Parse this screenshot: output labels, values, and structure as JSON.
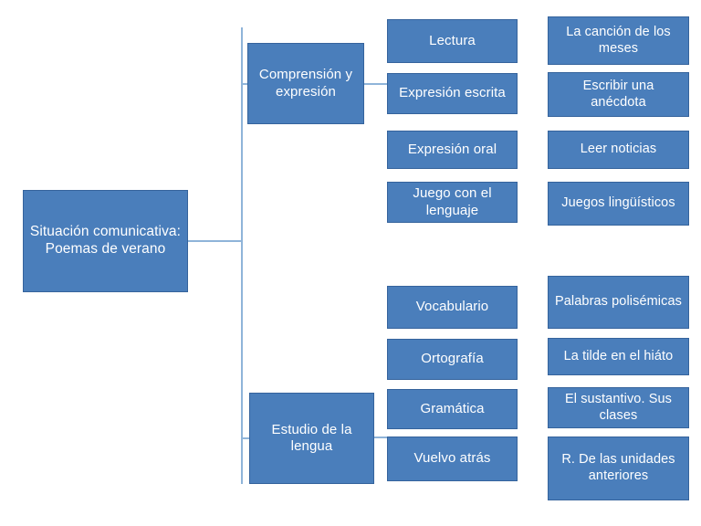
{
  "diagram": {
    "title": "Situación comunicativa: Poemas de verano",
    "type": "tree-map",
    "colors": {
      "node_fill": "#4a7ebb",
      "node_border": "#35639c",
      "node_text": "#ffffff",
      "connector": "#8fb4d9",
      "background": "#ffffff"
    },
    "root": {
      "label": "Situación comunicativa: Poemas de verano"
    },
    "branches": [
      {
        "id": "comprension",
        "label": "Comprensión y expresión",
        "topics": [
          {
            "label": "Lectura",
            "detail": "La canción de los meses"
          },
          {
            "label": "Expresión escrita",
            "detail": "Escribir una anécdota"
          },
          {
            "label": "Expresión oral",
            "detail": "Leer noticias"
          },
          {
            "label": "Juego con el lenguaje",
            "detail": "Juegos lingüísticos"
          }
        ]
      },
      {
        "id": "estudio",
        "label": "Estudio de la lengua",
        "topics": [
          {
            "label": "Vocabulario",
            "detail": "Palabras polisémicas"
          },
          {
            "label": "Ortografía",
            "detail": "La tilde en el hiáto"
          },
          {
            "label": "Gramática",
            "detail": "El sustantivo. Sus clases"
          },
          {
            "label": "Vuelvo atrás",
            "detail": "R. De las unidades anteriores"
          }
        ]
      }
    ]
  }
}
